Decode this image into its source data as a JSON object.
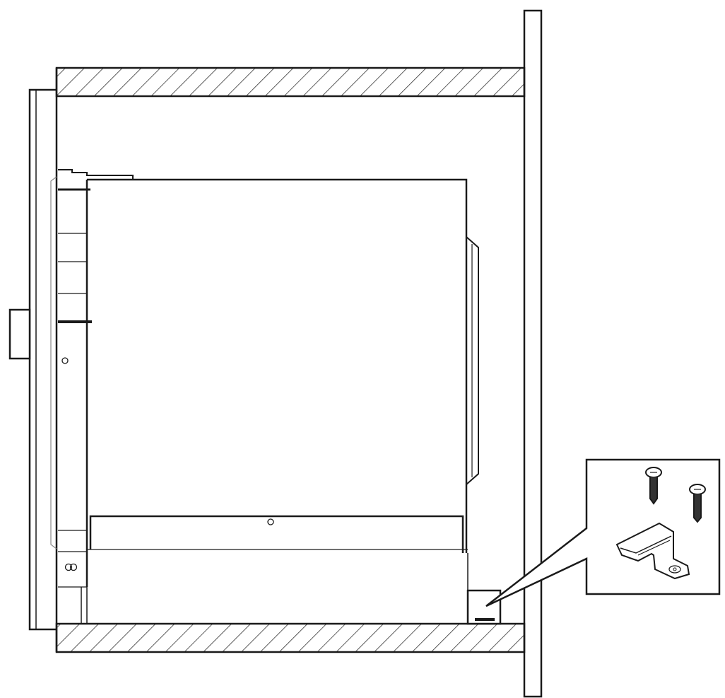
{
  "diagram": {
    "type": "installation-cross-section",
    "colors": {
      "line": "#1a1a1a",
      "background": "#ffffff",
      "hatch": "#333333"
    },
    "parts": [
      "cabinet-top-panel",
      "cabinet-bottom-panel",
      "side-wall",
      "appliance-body",
      "front-frame",
      "knob",
      "drawer",
      "mounting-bracket",
      "callout-detail"
    ],
    "callout": {
      "contents": [
        "screw",
        "screw",
        "mounting-bracket"
      ]
    }
  }
}
